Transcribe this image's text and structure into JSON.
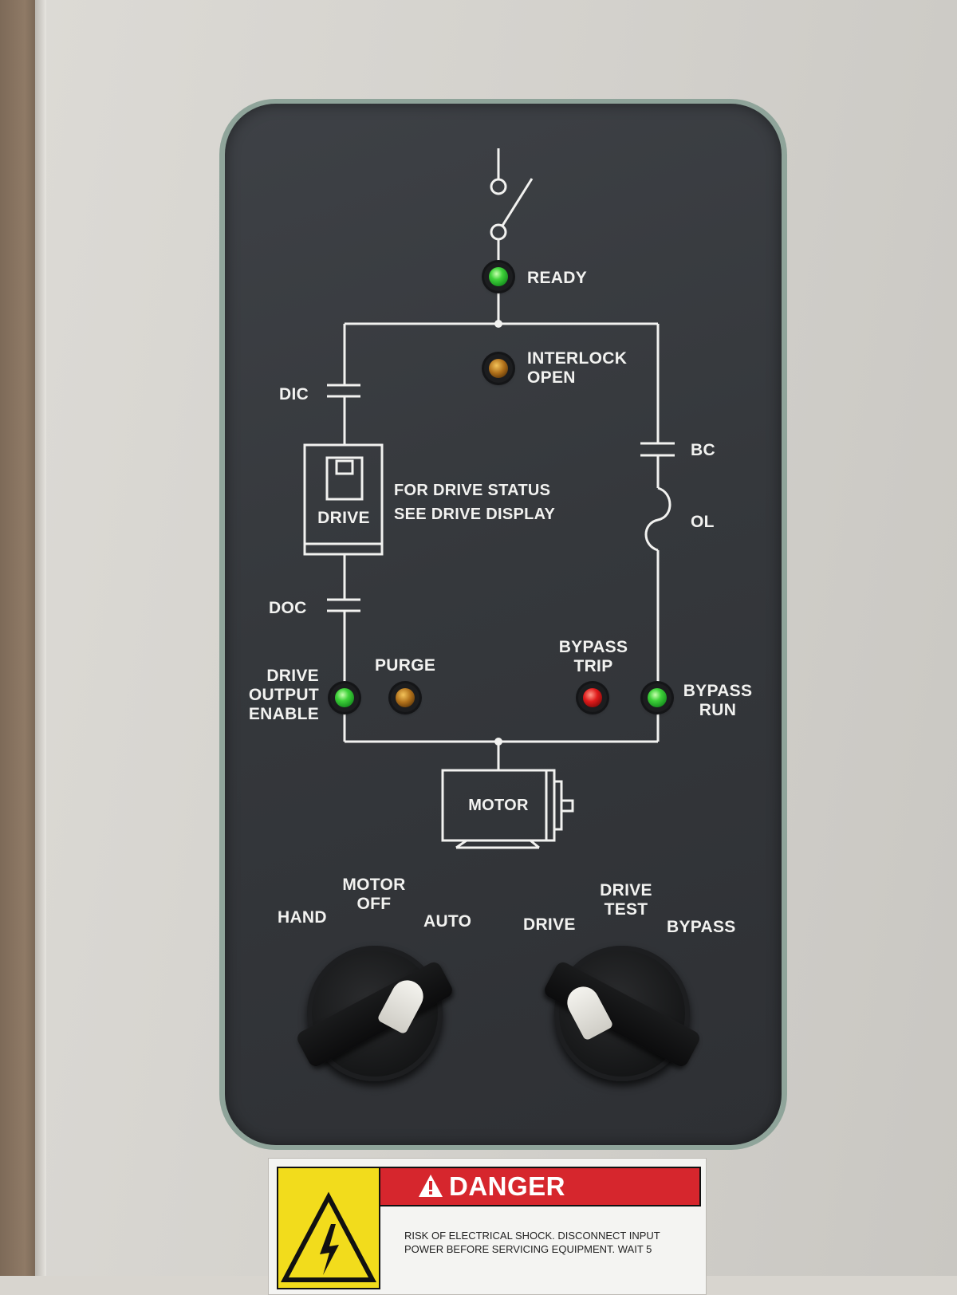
{
  "indicators": {
    "ready": {
      "label": "READY",
      "color": "#3fd23a"
    },
    "interlock_open": {
      "label_line1": "INTERLOCK",
      "label_line2": "OPEN",
      "color": "#b0701a"
    },
    "drive_output_enable": {
      "label_line1": "DRIVE",
      "label_line2": "OUTPUT",
      "label_line3": "ENABLE",
      "color": "#3fd23a"
    },
    "purge": {
      "label": "PURGE",
      "color": "#b0701a"
    },
    "bypass_trip": {
      "label_line1": "BYPASS",
      "label_line2": "TRIP",
      "color": "#e01b1b"
    },
    "bypass_run": {
      "label_line1": "BYPASS",
      "label_line2": "RUN",
      "color": "#3fd23a"
    }
  },
  "diagram": {
    "dic": "DIC",
    "doc": "DOC",
    "bc": "BC",
    "ol": "OL",
    "drive": "DRIVE",
    "drive_status_line1": "FOR DRIVE STATUS",
    "drive_status_line2": "SEE DRIVE DISPLAY",
    "motor": "MOTOR"
  },
  "selector_left": {
    "hand": "HAND",
    "motor_off_line1": "MOTOR",
    "motor_off_line2": "OFF",
    "auto": "AUTO"
  },
  "selector_right": {
    "drive": "DRIVE",
    "drive_test_line1": "DRIVE",
    "drive_test_line2": "TEST",
    "bypass": "BYPASS"
  },
  "warning_label": {
    "title": "DANGER",
    "text": "RISK OF ELECTRICAL SHOCK.  DISCONNECT INPUT\nPOWER BEFORE SERVICING EQUIPMENT.  WAIT 5"
  }
}
